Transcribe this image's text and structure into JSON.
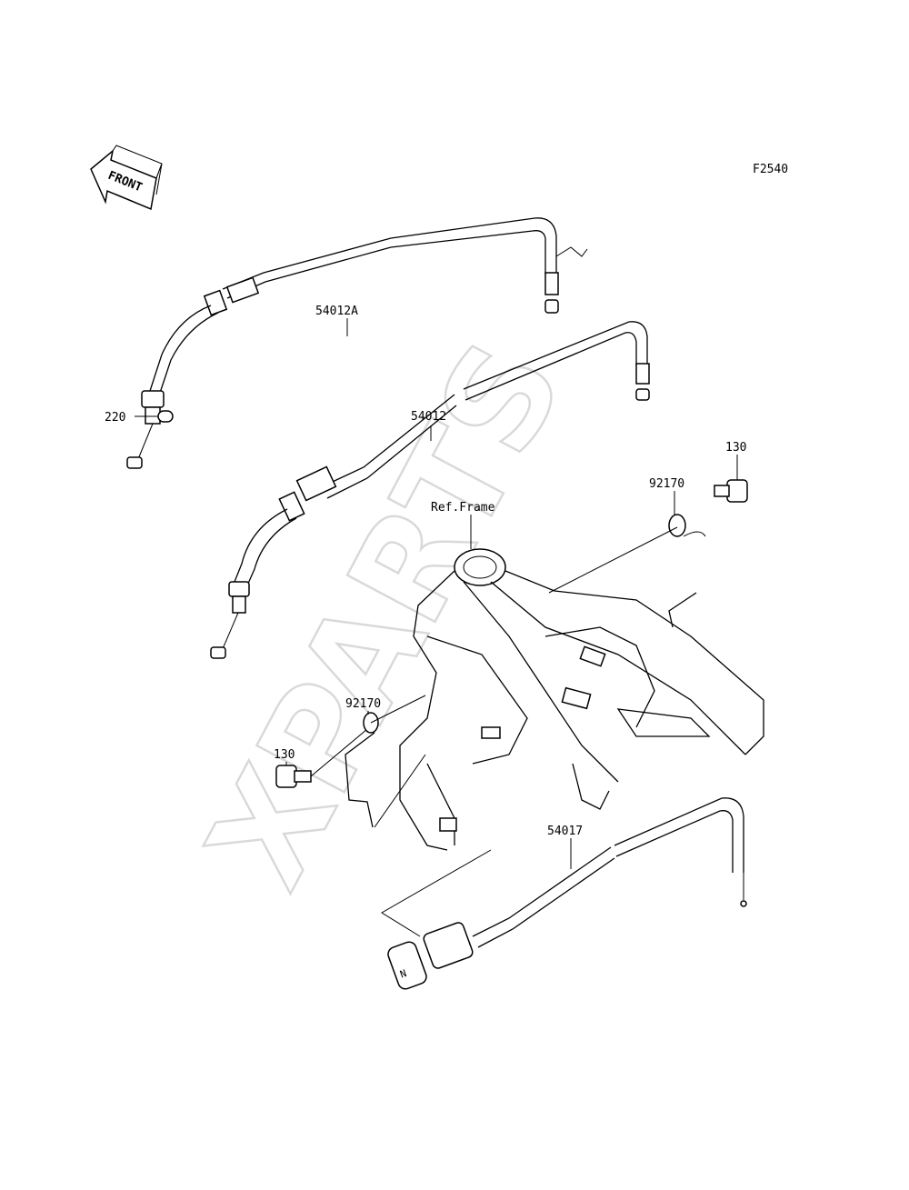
{
  "figure_code": "F2540",
  "front_indicator": "FRONT",
  "watermark": "XPARTS",
  "callouts": {
    "cable_54012A": "54012A",
    "cable_54012": "54012",
    "cable_54017": "54017",
    "part_220": "220",
    "bolt_130_right": "130",
    "bolt_130_left": "130",
    "clamp_92170_right": "92170",
    "clamp_92170_left": "92170",
    "ref_frame": "Ref.Frame"
  }
}
